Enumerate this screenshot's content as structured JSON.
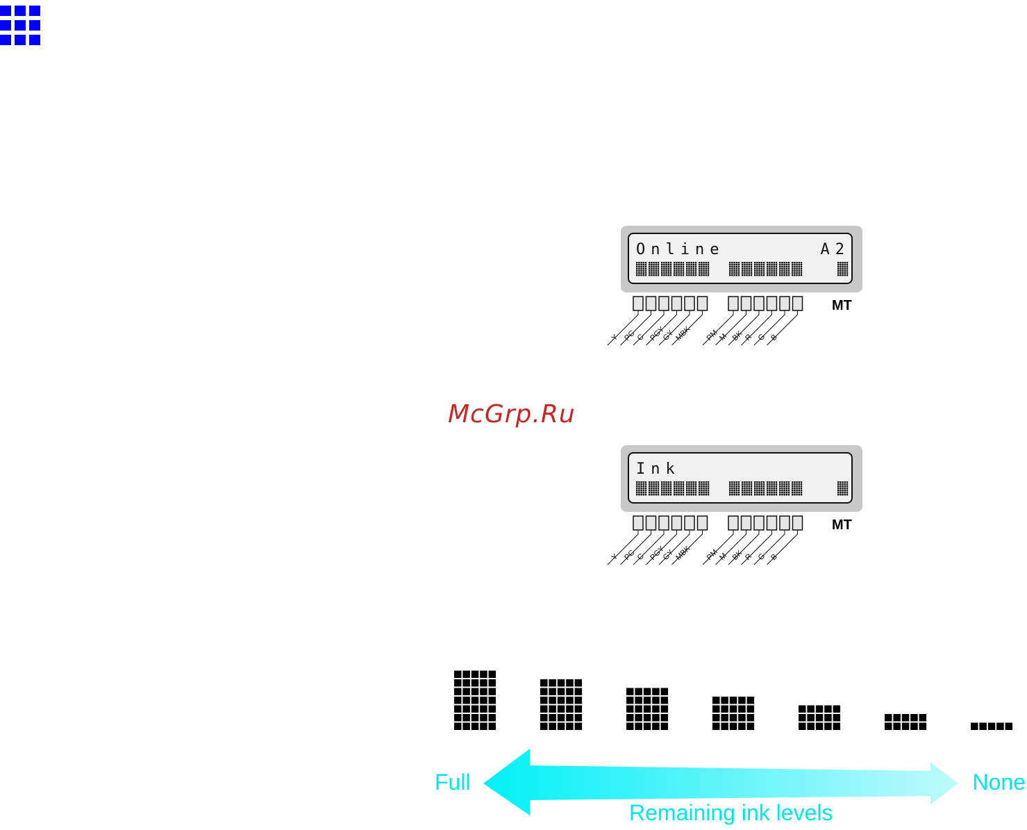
{
  "nav": {
    "icon": "grid-icon",
    "color": "#0000ff"
  },
  "displays": [
    {
      "line1_left": "Online",
      "line1_right": "A2",
      "corner_label": "MT",
      "ink_labels": [
        "Y",
        "PC",
        "C",
        "PGY",
        "GY",
        "MBK",
        "PM",
        "M",
        "BK",
        "R",
        "G",
        "B"
      ]
    },
    {
      "line1_left": "Ink",
      "line1_right": "",
      "corner_label": "MT",
      "ink_labels": [
        "Y",
        "PC",
        "C",
        "PGY",
        "GY",
        "MBK",
        "PM",
        "M",
        "BK",
        "R",
        "G",
        "B"
      ]
    }
  ],
  "watermark": {
    "text": "McGrp.Ru",
    "color": "#c62828"
  },
  "level_scale": {
    "levels": [
      7,
      6,
      5,
      4,
      3,
      2,
      1
    ],
    "label_full": "Full",
    "label_none": "None",
    "caption": "Remaining ink levels",
    "arrow_color": "#00f0f8"
  }
}
